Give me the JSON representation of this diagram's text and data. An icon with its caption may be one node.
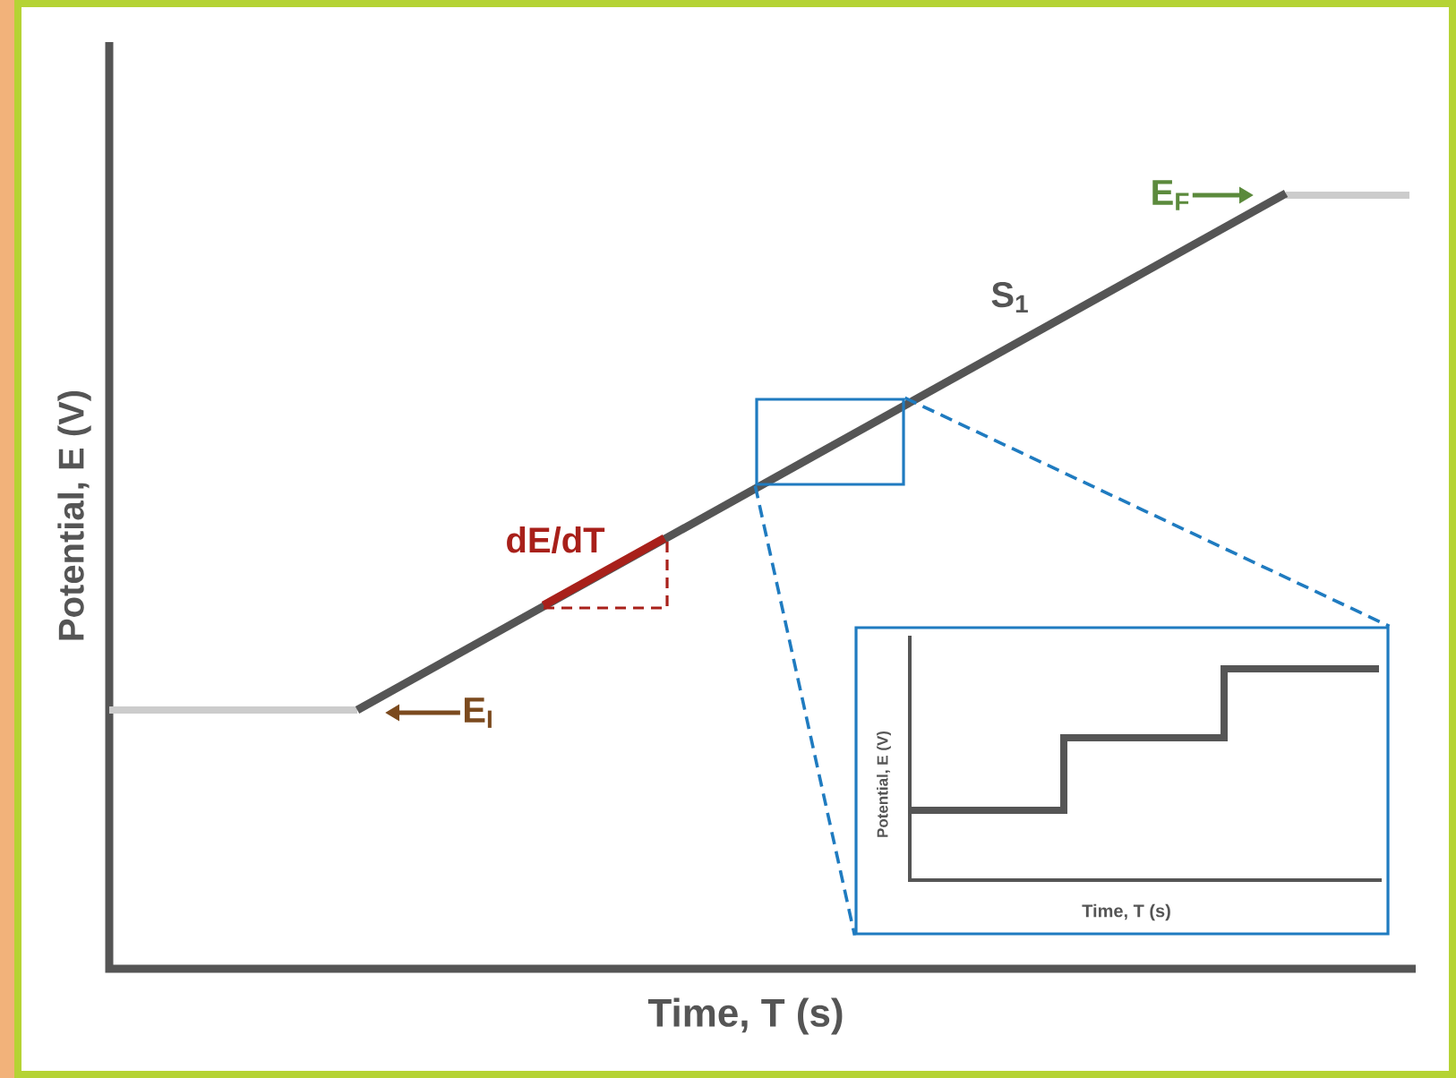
{
  "diagram": {
    "nodes": [
      {
        "text": [],
        "shape": "box"
      },
      {
        "text": [
          "Potential, E (V)",
          "Time, T (s)"
        ]
      },
      {
        "text": [
          "E$_{I}$"
        ]
      },
      {
        "text": [
          "E$_{F}$"
        ]
      }
    ],
    "edges": [
      {
        "from": 0,
        "to": 1,
        "arrow": "none",
        "style": "dashed",
        "color": "#1f7bc0"
      },
      {
        "from": 0,
        "to": 1,
        "arrow": "none",
        "style": "dashed",
        "color": "#1f7bc0"
      },
      {
        "from": 2,
        "to": null,
        "arrow": "to",
        "color": "#7b4a1e"
      },
      {
        "from": 3,
        "to": null,
        "arrow": "to",
        "color": "#5b8a3c"
      }
    ],
    "labels": [
      "Potential, E (V)",
      "Time, T (s)",
      "dE/dT",
      "S$_{1}$"
    ]
  }
}
